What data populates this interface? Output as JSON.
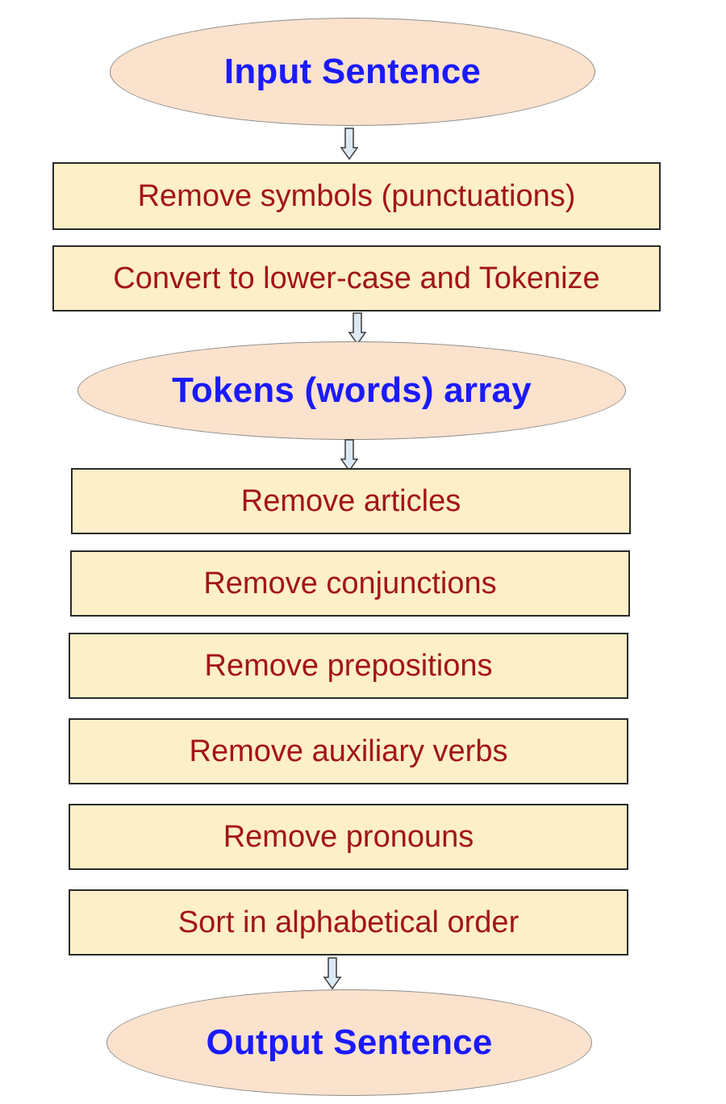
{
  "colors": {
    "ellipse_fill": "#fbe2cd",
    "ellipse_text": "#1a1aff",
    "box_fill": "#fdefc8",
    "box_text": "#a31515",
    "arrow_fill": "#dbe9f5",
    "arrow_stroke": "#3a3a3a"
  },
  "nodes": {
    "input": "Input Sentence",
    "remove_symbols": "Remove symbols (punctuations)",
    "lowercase_tokenize": "Convert to lower-case and Tokenize",
    "tokens": "Tokens (words) array",
    "remove_articles": "Remove articles",
    "remove_conjunctions": "Remove conjunctions",
    "remove_prepositions": "Remove prepositions",
    "remove_auxiliary": "Remove auxiliary verbs",
    "remove_pronouns": "Remove pronouns",
    "sort_alpha": "Sort in alphabetical order",
    "output": "Output Sentence"
  }
}
